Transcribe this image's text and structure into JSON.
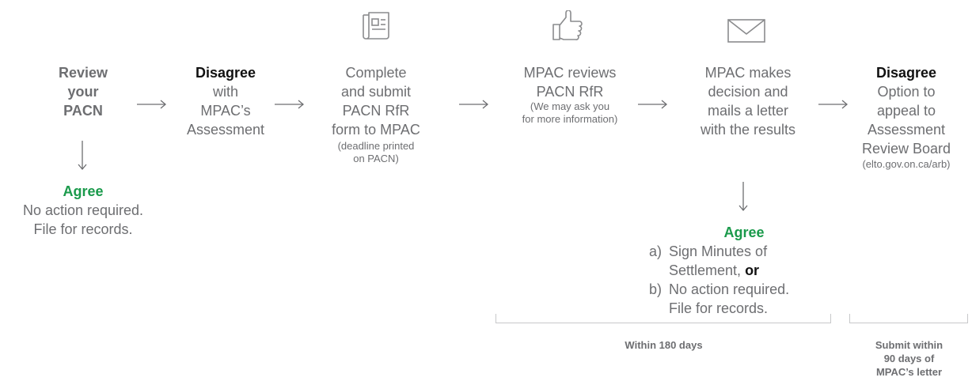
{
  "steps": {
    "review": {
      "l1": "Review",
      "l2": "your",
      "l3": "PACN"
    },
    "disagree1": {
      "title": "Disagree",
      "l1": "with",
      "l2": "MPAC’s",
      "l3": "Assessment"
    },
    "complete": {
      "l1": "Complete",
      "l2": "and submit",
      "l3": "PACN RfR",
      "l4": "form to MPAC",
      "n1": "(deadline printed",
      "n2": "on PACN)"
    },
    "mpac_reviews": {
      "l1": "MPAC reviews",
      "l2": "PACN RfR",
      "n1": "(We may ask you",
      "n2": "for more information)"
    },
    "decision": {
      "l1": "MPAC makes",
      "l2": "decision and",
      "l3": "mails a letter",
      "l4": "with the results"
    },
    "disagree2": {
      "title": "Disagree",
      "l1": "Option to",
      "l2": "appeal to",
      "l3": "Assessment",
      "l4": "Review Board",
      "n1": "(elto.gov.on.ca/arb)"
    }
  },
  "agree_left": {
    "title": "Agree",
    "l1": "No action required.",
    "l2": "File for records."
  },
  "agree_right": {
    "title": "Agree",
    "a_marker": "a)",
    "a1": "Sign Minutes of",
    "a2": "Settlement,",
    "a_or": "or",
    "b_marker": "b)",
    "b1": "No action required.",
    "b2": "File for records."
  },
  "timeframes": {
    "t1": "Within 180 days",
    "t2_l1": "Submit within",
    "t2_l2": "90 days of",
    "t2_l3": "MPAC’s letter"
  },
  "icons": [
    "newspaper-icon",
    "thumbs-up-icon",
    "envelope-icon"
  ],
  "colors": {
    "text": "#6d6e71",
    "dark": "#111111",
    "green": "#1a9a4b",
    "bracket": "#c7c8ca"
  }
}
